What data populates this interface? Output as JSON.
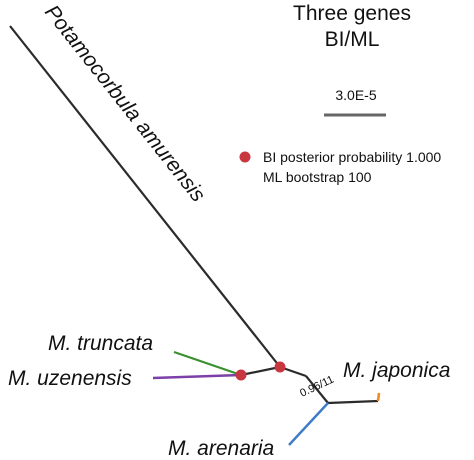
{
  "title": {
    "line1": "Three genes",
    "line2": "BI/ML"
  },
  "scale_bar": {
    "label": "3.0E-5"
  },
  "legend": {
    "marker_label": "BI posterior probability 1.000",
    "bootstrap_label": "ML bootstrap  100",
    "marker_color": "#c8373f"
  },
  "taxa": {
    "potamocorbula": "Potamocorbula amurensis",
    "truncata": "M. truncata",
    "uzenensis": "M. uzenensis",
    "japonica": "M. japonica",
    "arenaria": "M. arenaria"
  },
  "node_support": {
    "japonica_arenaria": "0.96/11"
  },
  "colors": {
    "trunk": "#2b2b2b",
    "truncata": "#3a8f2e",
    "uzenensis": "#7d3fa8",
    "arenaria": "#3d7bc8",
    "japonica": "#f28a1e",
    "scale": "#666666",
    "marker": "#c8373f"
  }
}
